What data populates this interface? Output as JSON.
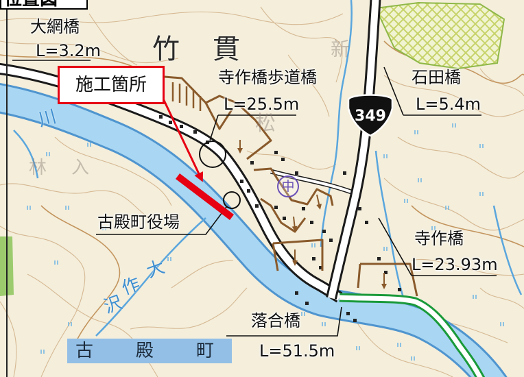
{
  "map": {
    "title": "位置図",
    "construction_site_label": "施工箇所",
    "route_number": "349",
    "town_name": "古　殿　町",
    "town_office": "古殿町役場",
    "school_symbol": "中",
    "bridges": [
      {
        "name": "大網橋",
        "length": "L=3.2m"
      },
      {
        "name": "寺作橋歩道橋",
        "length": "L=25.5m"
      },
      {
        "name": "石田橋",
        "length": "L=5.4m"
      },
      {
        "name": "寺作橋",
        "length": "L=23.93m"
      },
      {
        "name": "落合橋",
        "length": "L=51.5m"
      }
    ],
    "place_labels": {
      "take": "竹",
      "nuki": "貫",
      "shin": "新",
      "matsu": "松",
      "kawa": "川",
      "hayashi": "林",
      "iri": "入",
      "stream_dai": "大",
      "stream_saku": "作",
      "stream_sawa": "沢"
    }
  },
  "colors": {
    "construction_red": "#e60012",
    "river_fill": "#a9d6f2",
    "river_edge": "#4f95cf",
    "road_outline": "#1a1a1a",
    "detour_brown": "#8a5a2b",
    "route_green": "#1a9a3a",
    "town_box_blue": "#93bfe6",
    "school_purple": "#6a4fb5",
    "stream_blue": "#5aa6dd"
  }
}
